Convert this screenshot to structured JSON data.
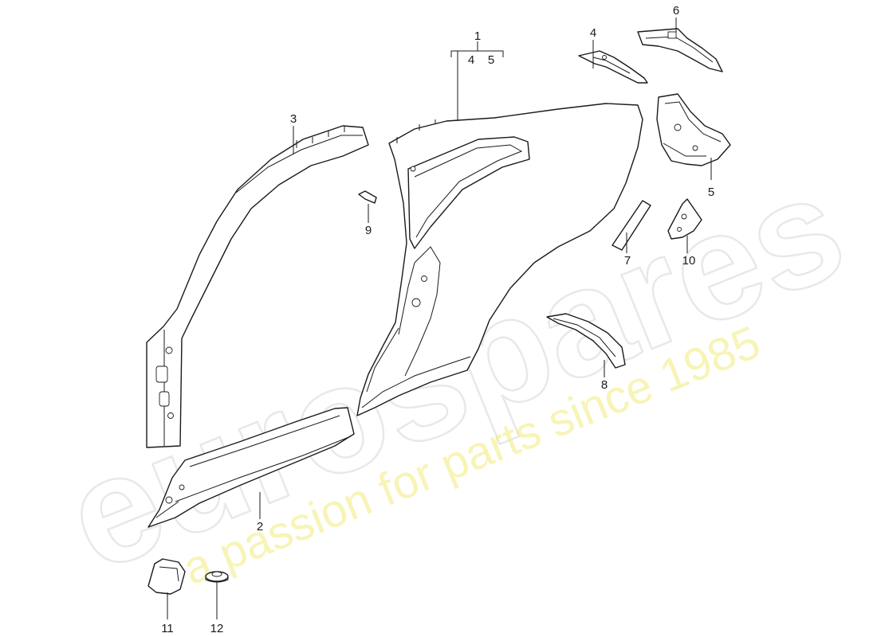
{
  "watermark": {
    "brand": "eurospares",
    "tagline": "a passion for parts since 1985"
  },
  "callouts": [
    {
      "id": "c1",
      "label": "1"
    },
    {
      "id": "c1-4",
      "label": "4"
    },
    {
      "id": "c1-5",
      "label": "5"
    },
    {
      "id": "c2",
      "label": "2"
    },
    {
      "id": "c3",
      "label": "3"
    },
    {
      "id": "c4",
      "label": "4"
    },
    {
      "id": "c5",
      "label": "5"
    },
    {
      "id": "c6",
      "label": "6"
    },
    {
      "id": "c7",
      "label": "7"
    },
    {
      "id": "c8",
      "label": "8"
    },
    {
      "id": "c9",
      "label": "9"
    },
    {
      "id": "c10",
      "label": "10"
    },
    {
      "id": "c11",
      "label": "11"
    },
    {
      "id": "c12",
      "label": "12"
    }
  ]
}
